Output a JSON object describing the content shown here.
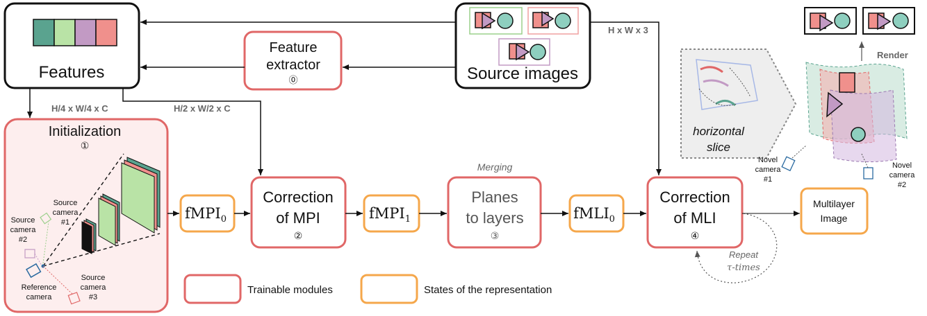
{
  "colors": {
    "trainable": "#e06767",
    "state": "#f5a74b",
    "init_fill": "#fdeeee",
    "feat_teal": "#5aa38f",
    "feat_green": "#b9e3a6",
    "feat_purple": "#c29ac4",
    "feat_red": "#f0908c"
  },
  "features": {
    "label": "Features"
  },
  "feature_extractor": {
    "line1": "Feature",
    "line2": "extractor",
    "num": "⓪"
  },
  "source_images": {
    "label": "Source images"
  },
  "dims": {
    "hw3": "H x W x 3",
    "h4": "H/4 x W/4 x C",
    "h2": "H/2 x W/2 x C"
  },
  "initialization": {
    "title": "Initialization",
    "num": "①",
    "src1": [
      "Source",
      "camera",
      "#1"
    ],
    "src2": [
      "Source",
      "camera",
      "#2"
    ],
    "src3": [
      "Source",
      "camera",
      "#3"
    ],
    "ref": [
      "Reference",
      "camera"
    ]
  },
  "states": {
    "fmpi0": "fMPI",
    "fmpi0_sub": "0",
    "fmpi1": "fMPI",
    "fmpi1_sub": "1",
    "fmli0": "fMLI",
    "fmli0_sub": "0"
  },
  "correction_mpi": {
    "line1": "Correction",
    "line2": "of MPI",
    "num": "②"
  },
  "merging": "Merging",
  "planes_to_layers": {
    "line1": "Planes",
    "line2": "to layers",
    "num": "③"
  },
  "correction_mli": {
    "line1": "Correction",
    "line2": "of MLI",
    "num": "④"
  },
  "repeat": {
    "line1": "Repeat",
    "line2": "τ-times"
  },
  "multilayer": {
    "line1": "Multilayer",
    "line2": "Image"
  },
  "slice": {
    "line1": "horizontal",
    "line2": "slice"
  },
  "render": "Render",
  "novel1": [
    "Novel",
    "camera",
    "#1"
  ],
  "novel2": [
    "Novel",
    "camera",
    "#2"
  ],
  "legend": {
    "trainable": "Trainable modules",
    "states": "States of the representation"
  }
}
